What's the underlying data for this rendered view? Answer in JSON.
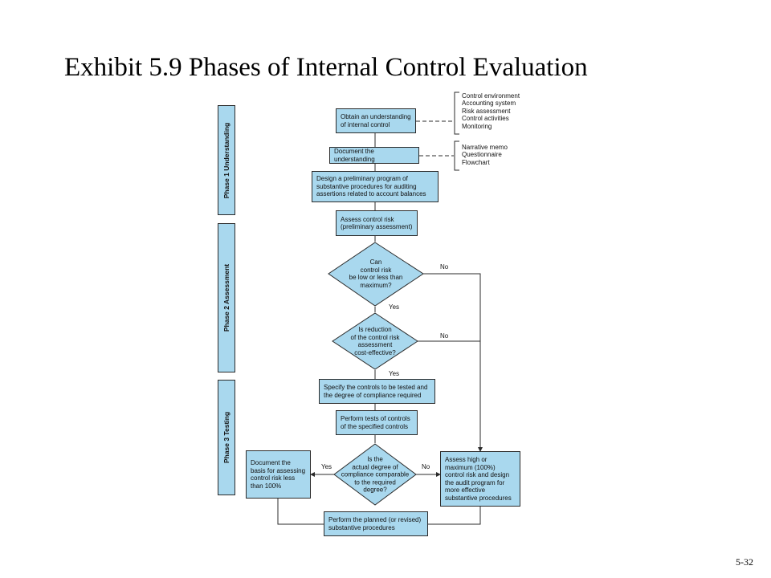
{
  "title": "Exhibit 5.9 Phases of Internal Control Evaluation",
  "page_number": "5-32",
  "phases": [
    "Phase 1 Understanding",
    "Phase 2 Assessment",
    "Phase 3 Testing"
  ],
  "steps": {
    "obtain_understanding": "Obtain an understanding\nof internal control",
    "document_understanding": "Document the understanding",
    "design_preliminary": "Design a preliminary program of\nsubstantive procedures for auditing\nassertions related to account balances",
    "assess_control_risk": "Assess control risk\n(preliminary assessment)",
    "specify_controls": "Specify the controls to be tested and\nthe degree of compliance required",
    "perform_tests": "Perform tests of controls\nof the specified controls",
    "document_basis": "Document the\nbasis for assessing\ncontrol risk less\nthan 100%",
    "assess_high": "Assess high or\nmaximum (100%)\ncontrol risk and design\nthe audit program for\nmore effective\nsubstantive procedures",
    "perform_planned": "Perform the planned (or revised)\nsubstantive procedures"
  },
  "decisions": {
    "can_control_risk": "Can\ncontrol risk\nbe low or less than\nmaximum?",
    "is_reduction": "Is reduction\nof the control risk\nassessment\ncost-effective?",
    "is_actual_degree": "Is the\nactual degree of\ncompliance comparable\nto the required\ndegree?"
  },
  "branch_labels": {
    "yes": "Yes",
    "no": "No"
  },
  "components": [
    "Control environment",
    "Accounting system",
    "Risk assessment",
    "Control activities",
    "Monitoring"
  ],
  "documentation_methods": [
    "Narrative memo",
    "Questionnaire",
    "Flowchart"
  ],
  "colors": {
    "box_fill": "#a9d8ee",
    "stroke": "#2b2b2b"
  }
}
